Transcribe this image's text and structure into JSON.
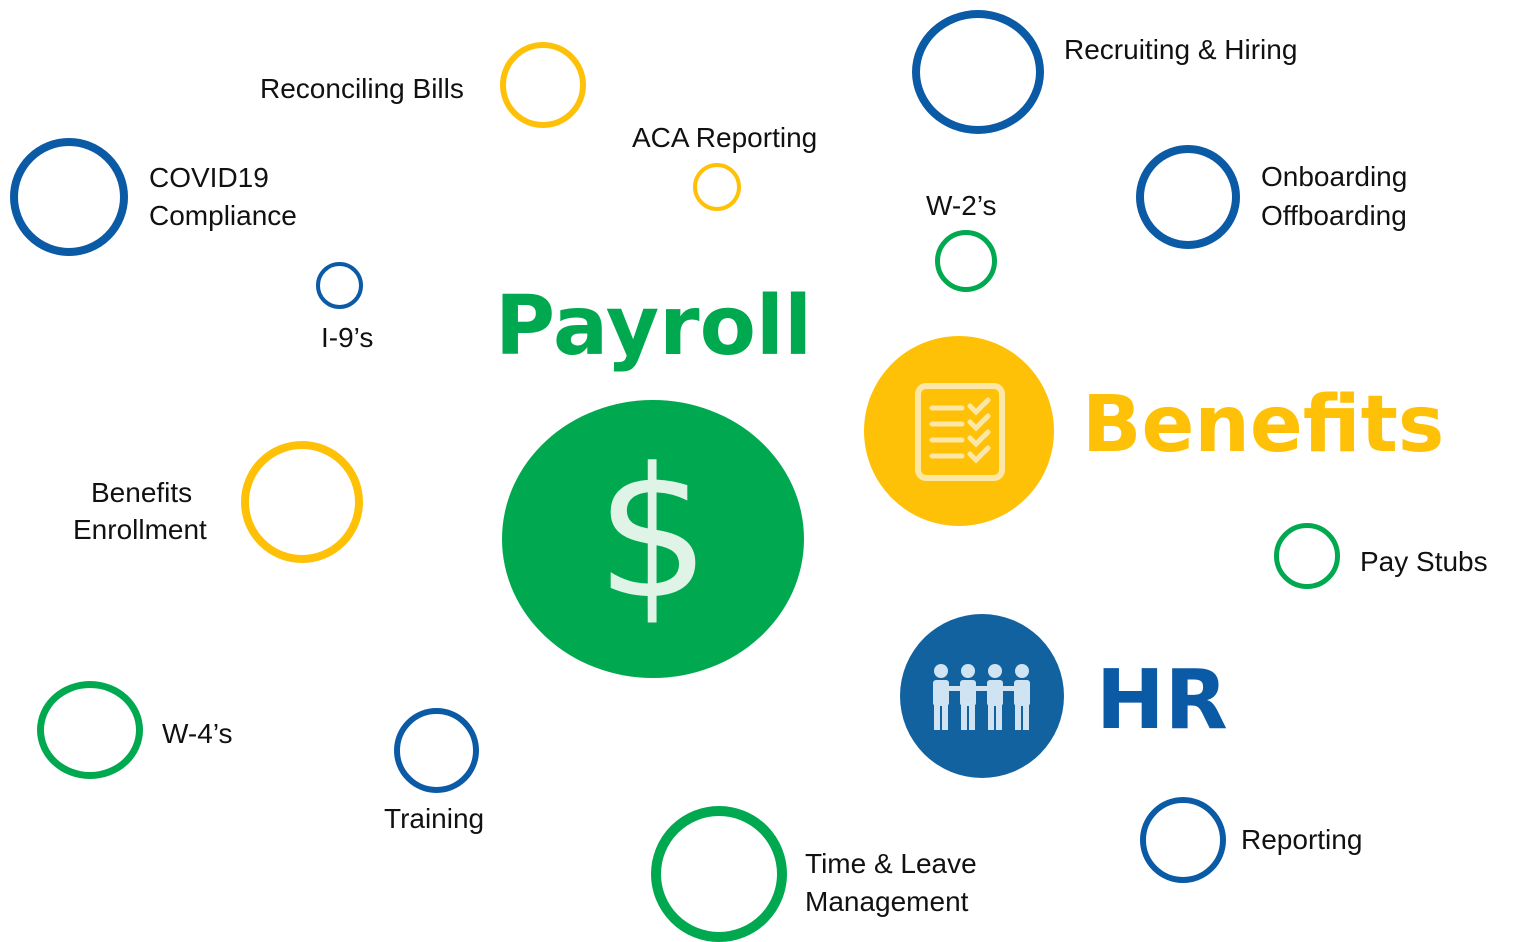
{
  "colors": {
    "green": "#00a94f",
    "yellow": "#ffc107",
    "blue": "#0b5aa6",
    "hr_circle": "#12629f",
    "light": "#dff3e6"
  },
  "hubs": {
    "payroll": {
      "title": "Payroll",
      "icon": "dollar-sign-icon",
      "glyph": "$"
    },
    "benefits": {
      "title": "Benefits",
      "icon": "checklist-icon"
    },
    "hr": {
      "title": "HR",
      "icon": "people-group-icon"
    }
  },
  "topics": {
    "reconciling_bills": "Reconciling Bills",
    "recruiting_hiring": "Recruiting & Hiring",
    "aca_reporting": "ACA Reporting",
    "covid_line1": "COVID19",
    "covid_line2": "Compliance",
    "w2": "W-2’s",
    "onboarding": "Onboarding",
    "offboarding": "Offboarding",
    "i9": "I-9’s",
    "benefits_enroll_line1": "Benefits",
    "benefits_enroll_line2": "Enrollment",
    "pay_stubs": "Pay Stubs",
    "w4": "W-4’s",
    "training": "Training",
    "time_leave_line1": "Time & Leave",
    "time_leave_line2": "Management",
    "reporting": "Reporting"
  }
}
